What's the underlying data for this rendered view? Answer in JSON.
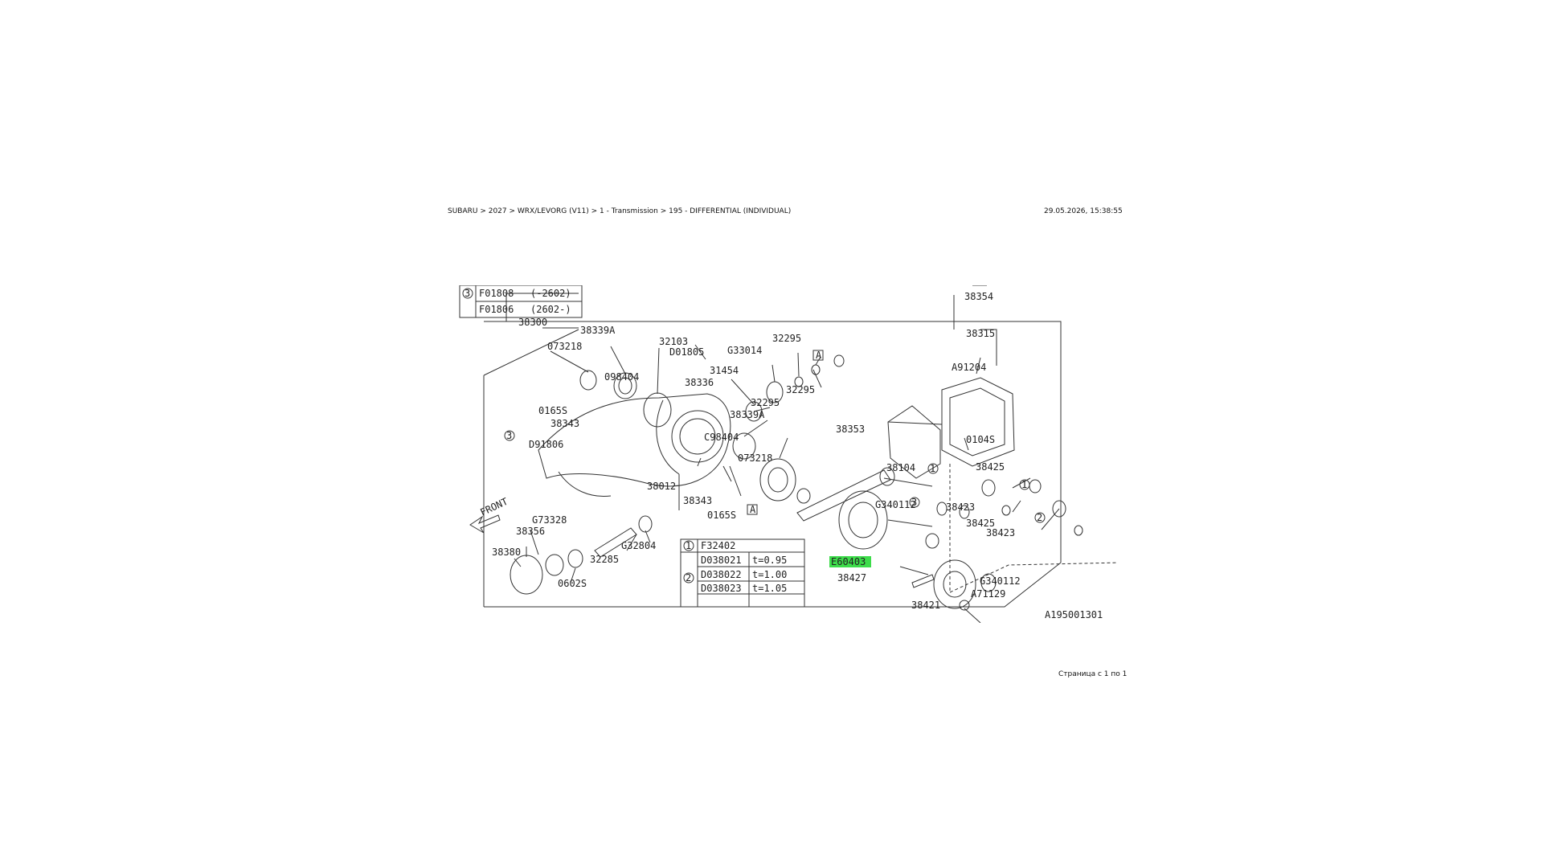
{
  "header": {
    "breadcrumb": "SUBARU > 2027 > WRX/LEVORG (V11) > 1 - Transmission > 195 - DIFFERENTIAL (INDIVIDUAL)",
    "timestamp": "29.05.2026, 15:38:55"
  },
  "footer": {
    "page_info": "Страница с 1 по 1"
  },
  "diagram": {
    "figure_code": "A195001301",
    "highlighted_part": "E60403",
    "table3": {
      "marker": "3",
      "rows": [
        [
          "F01808",
          "(-2602)"
        ],
        [
          "F01806",
          "(2602-)"
        ]
      ]
    },
    "table12": {
      "marker1": "1",
      "marker2": "2",
      "top_part": "F32402",
      "rows": [
        [
          "D038021",
          "t=0.95"
        ],
        [
          "D038022",
          "t=1.00"
        ],
        [
          "D038023",
          "t=1.05"
        ]
      ]
    },
    "labels": {
      "p38300": "38300",
      "p38339A_1": "38339A",
      "p32103": "32103",
      "p073218_1": "073218",
      "pD01805": "D01805",
      "p098404_1": "098404",
      "p0165S_1": "0165S",
      "p38343_1": "38343",
      "pD91806": "D91806",
      "p31454": "31454",
      "pG33014": "G33014",
      "p32295_1": "32295",
      "p38336": "38336",
      "p32295_2": "32295",
      "p32295_3": "32295",
      "p38339A_2": "38339A",
      "pC98404": "C98404",
      "p073218_2": "073218",
      "p38012": "38012",
      "p38343_2": "38343",
      "p0165S_2": "0165S",
      "pG73328": "G73328",
      "p38356": "38356",
      "p38380": "38380",
      "pG32804": "G32804",
      "p32285": "32285",
      "p0602S": "0602S",
      "p38354": "38354",
      "p38315": "38315",
      "pA91204": "A91204",
      "p0104S": "0104S",
      "p38353": "38353",
      "p38104": "38104",
      "pG340112_1": "G340112",
      "p38425_1": "38425",
      "p38423_1": "38423",
      "p38425_2": "38425",
      "p38423_2": "38423",
      "p38427": "38427",
      "pG340112_2": "G340112",
      "pA71129": "A71129",
      "p38421": "38421",
      "front": "FRONT",
      "refA": "A",
      "c1": "1",
      "c2": "2",
      "c3": "3"
    }
  }
}
